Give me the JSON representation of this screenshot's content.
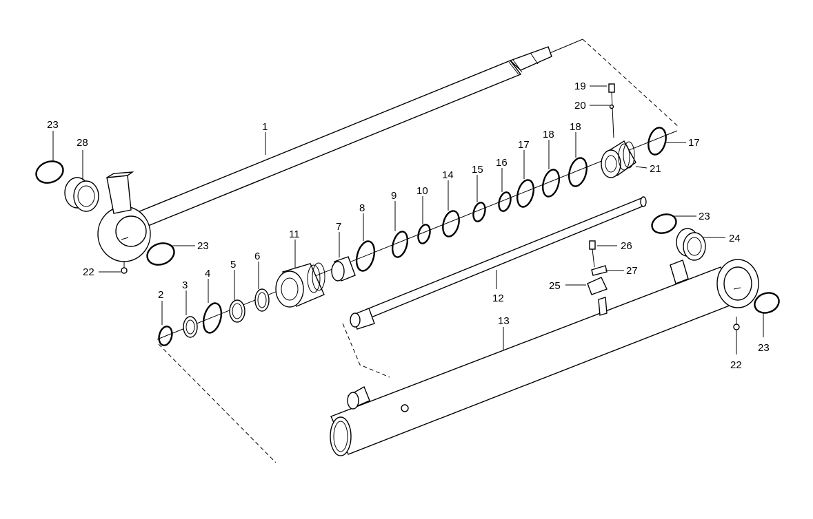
{
  "callouts": {
    "p1": "1",
    "p2": "2",
    "p3": "3",
    "p4": "4",
    "p5": "5",
    "p6": "6",
    "p7": "7",
    "p8": "8",
    "p9": "9",
    "p10": "10",
    "p11": "11",
    "p12": "12",
    "p13": "13",
    "p14": "14",
    "p15": "15",
    "p16": "16",
    "p17a": "17",
    "p17b": "17",
    "p18a": "18",
    "p18b": "18",
    "p19": "19",
    "p20": "20",
    "p21": "21",
    "p22a": "22",
    "p22b": "22",
    "p23a": "23",
    "p23b": "23",
    "p23c": "23",
    "p23d": "23",
    "p24": "24",
    "p25": "25",
    "p26": "26",
    "p27": "27",
    "p28": "28"
  }
}
